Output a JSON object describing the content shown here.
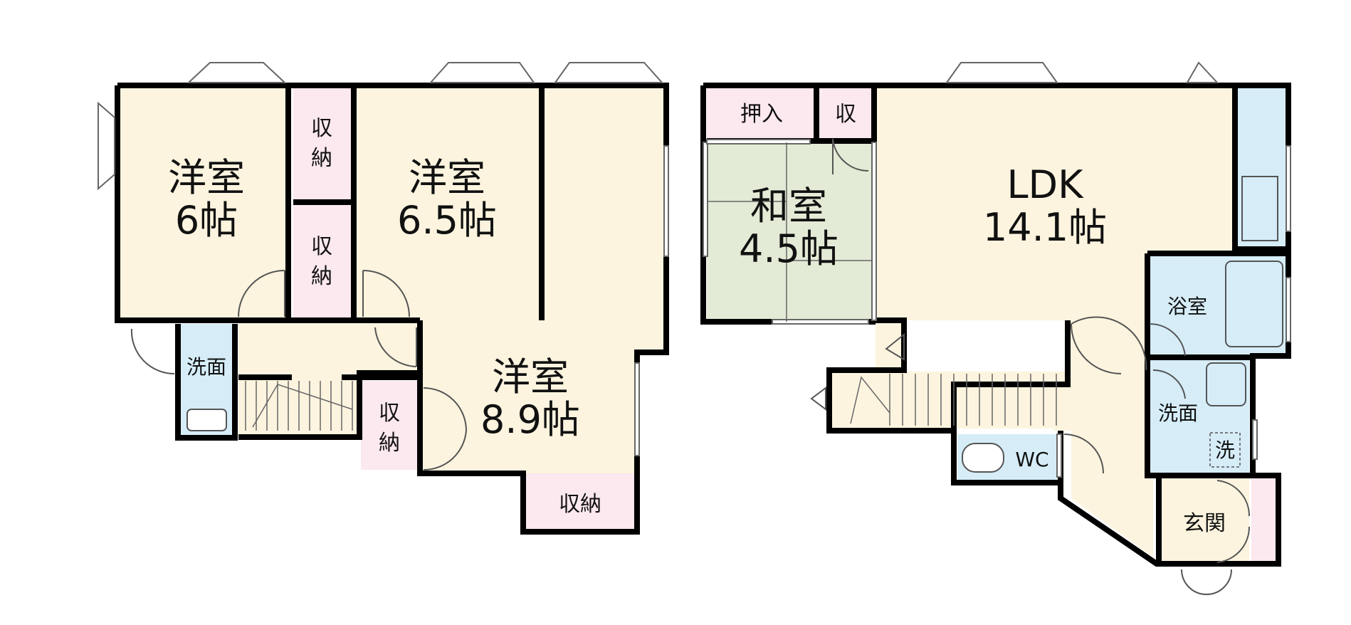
{
  "floor2": {
    "room_w1": {
      "name": "洋室",
      "size": "6帖"
    },
    "room_w2": {
      "name": "洋室",
      "size": "6.5帖"
    },
    "room_w3": {
      "name": "洋室",
      "size": "8.9帖"
    },
    "storage_a": [
      "収",
      "納"
    ],
    "storage_b": [
      "収",
      "納"
    ],
    "storage_c": [
      "収",
      "納"
    ],
    "storage_d": "収納",
    "washroom": "洗面"
  },
  "floor1": {
    "tatami": {
      "name": "和室",
      "size": "4.5帖"
    },
    "ldk": {
      "name": "LDK",
      "size": "14.1帖"
    },
    "oshiire": "押入",
    "shu": "収",
    "bath": "浴室",
    "washroom": "洗面",
    "washer": "洗",
    "wc": "WC",
    "entrance": "玄関"
  },
  "colors": {
    "wall": "#000000",
    "western_floor": "#FCF4DF",
    "storage": "#FCE8EF",
    "tatami": "#E3EBD6",
    "water": "#D6EDF8"
  }
}
